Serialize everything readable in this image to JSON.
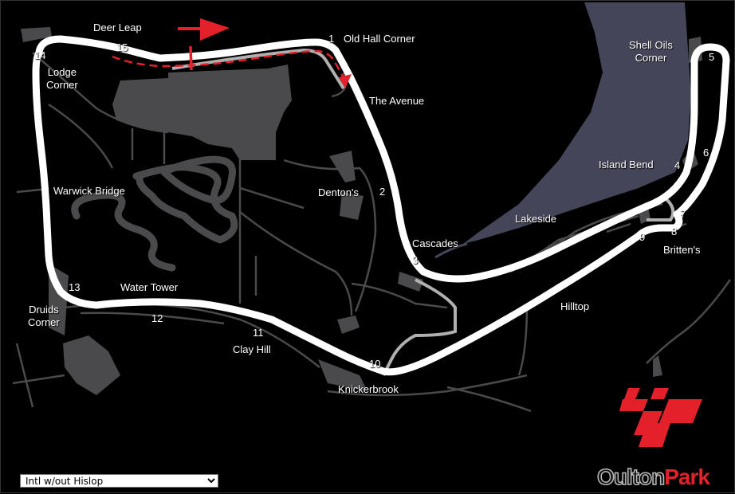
{
  "map": {
    "title": "Oulton Park",
    "colors": {
      "background": "#000000",
      "track": "#ffffff",
      "land_features": "#4a4a4c",
      "lake": "#45455a",
      "direction_arrow": "#e4212b",
      "pit_lane": "#b0b0b0"
    },
    "corners": [
      {
        "number": "1",
        "name": "Old Hall Corner"
      },
      {
        "number": "2",
        "name": "Denton's"
      },
      {
        "number": "3",
        "name": "Cascades"
      },
      {
        "number": "4",
        "name": "Island Bend"
      },
      {
        "number": "5",
        "name": "Shell Oils Corner"
      },
      {
        "number": "6",
        "name": ""
      },
      {
        "number": "7",
        "name": ""
      },
      {
        "number": "8",
        "name": "Britten's"
      },
      {
        "number": "9",
        "name": ""
      },
      {
        "number": "10",
        "name": "Knickerbrook"
      },
      {
        "number": "11",
        "name": "Clay Hill"
      },
      {
        "number": "12",
        "name": ""
      },
      {
        "number": "13",
        "name": "Druids Corner"
      },
      {
        "number": "14",
        "name": "Lodge Corner"
      },
      {
        "number": "15",
        "name": "Deer Leap"
      }
    ],
    "labels": {
      "deer_leap": "Deer Leap",
      "old_hall": "Old Hall Corner",
      "the_avenue": "The Avenue",
      "shell_oils_l1": "Shell Oils",
      "shell_oils_l2": "Corner",
      "lodge_l1": "Lodge",
      "lodge_l2": "Corner",
      "island_bend": "Island Bend",
      "warwick_bridge": "Warwick Bridge",
      "dentons": "Denton's",
      "lakeside": "Lakeside",
      "cascades": "Cascades",
      "brittens": "Britten's",
      "water_tower": "Water Tower",
      "hilltop": "Hilltop",
      "druids_l1": "Druids",
      "druids_l2": "Corner",
      "clay_hill": "Clay Hill",
      "knickerbrook": "Knickerbrook"
    },
    "numbers": {
      "n1": "1",
      "n2": "2",
      "n3": "3",
      "n4": "4",
      "n5": "5",
      "n6": "6",
      "n7": "7",
      "n8": "8",
      "n9": "9",
      "n10": "10",
      "n11": "11",
      "n12": "12",
      "n13": "13",
      "n14": "14",
      "n15": "15"
    }
  },
  "layout_selector": {
    "selected": "Intl w/out Hislop"
  },
  "brand": {
    "part1": "Oulton",
    "part2": "Park"
  }
}
